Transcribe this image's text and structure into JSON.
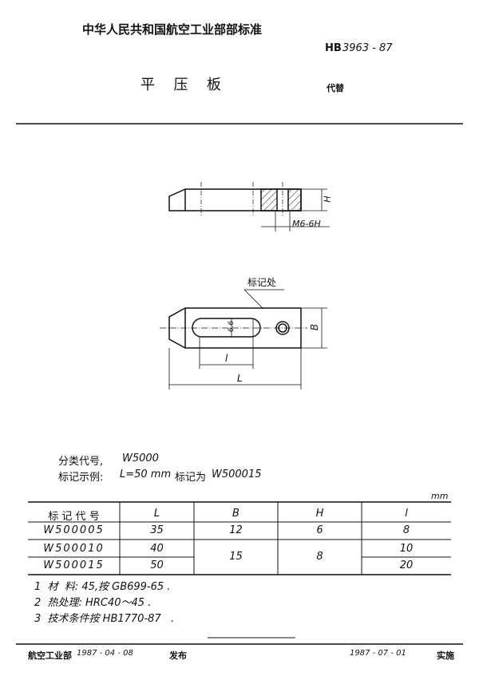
{
  "header": {
    "org": "中华人民共和国航空工业部部标准",
    "std_prefix": "HB",
    "std_number": "3963 - 87",
    "title": "平  压  板",
    "replaces": "代替"
  },
  "drawing": {
    "thread_label": "M6-6H",
    "dim_H": "H",
    "dim_B": "B",
    "dim_l": "l",
    "dim_L": "L",
    "slot_width": "6.6",
    "mark_label": "标记处"
  },
  "info": {
    "class_label": "分类代号,",
    "class_value": "W5000",
    "example_label": "标记示例:",
    "example_L": "L=50 mm",
    "example_mark_label": "标记为",
    "example_mark": "W500015"
  },
  "table": {
    "unit": "mm",
    "headers": [
      "标 记 代 号",
      "L",
      "B",
      "H",
      "l"
    ],
    "rows": [
      [
        "W500005",
        "35",
        "12",
        "6",
        "8"
      ],
      [
        "W500010",
        "40",
        "15",
        "8",
        "10"
      ],
      [
        "W500015",
        "50",
        "",
        "",
        "20"
      ]
    ]
  },
  "notes": [
    "1  材  料: 45,按 GB699-65 .",
    "2  热处理: HRC40～45 .",
    "3  技术条件按 HB1770-87   ."
  ],
  "footer": {
    "issuer": "航空工业部",
    "issue_date": "1987 - 04 - 08",
    "issue_word": "发布",
    "effective_date": "1987 - 07 - 01",
    "effective_word": "实施"
  }
}
